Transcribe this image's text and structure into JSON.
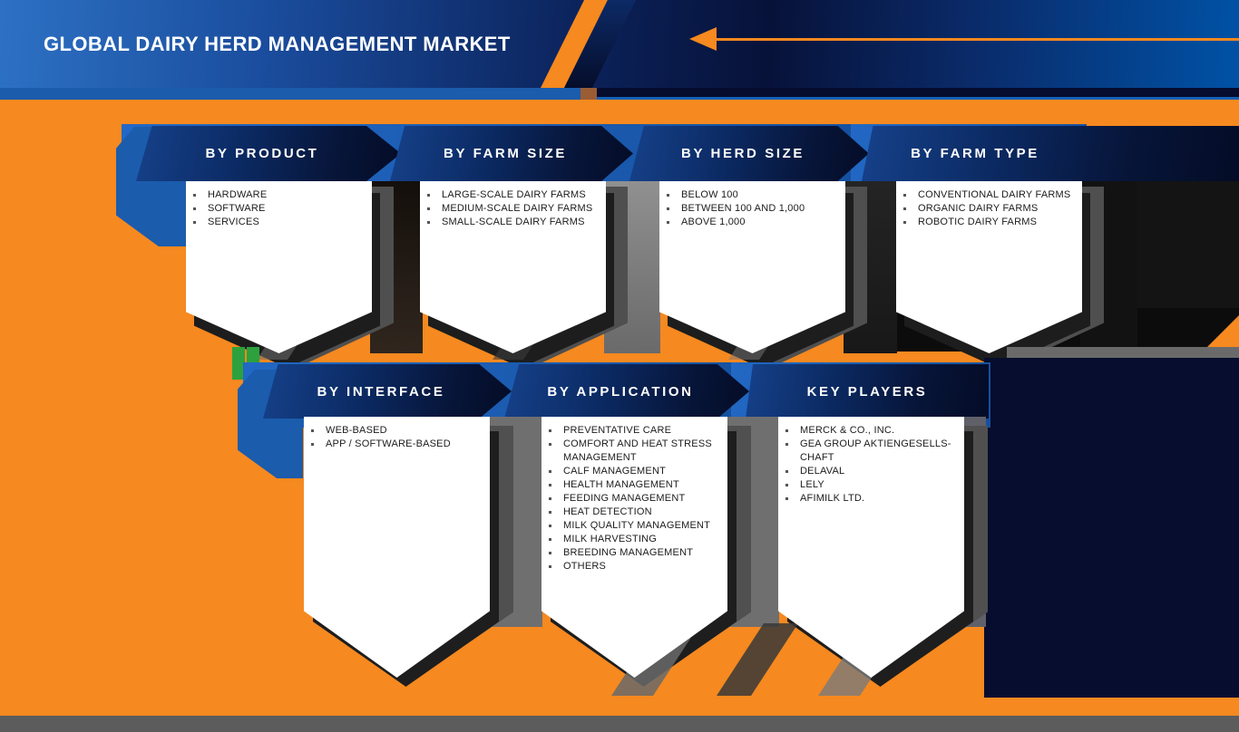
{
  "title": "GLOBAL DAIRY HERD MANAGEMENT MARKET",
  "rows": [
    {
      "sections": [
        {
          "label": "BY PRODUCT",
          "items": [
            "HARDWARE",
            "SOFTWARE",
            "SERVICES"
          ]
        },
        {
          "label": "BY FARM SIZE",
          "items": [
            "LARGE-SCALE DAIRY FARMS",
            "MEDIUM-SCALE DAIRY FARMS",
            "SMALL-SCALE DAIRY FARMS"
          ]
        },
        {
          "label": "BY HERD SIZE",
          "items": [
            "BELOW 100",
            "BETWEEN 100 AND 1,000",
            "ABOVE 1,000"
          ]
        },
        {
          "label": "BY FARM TYPE",
          "items": [
            "CONVENTIONAL DAIRY FARMS",
            "ORGANIC DAIRY FARMS",
            "ROBOTIC DAIRY FARMS"
          ]
        }
      ]
    },
    {
      "sections": [
        {
          "label": "BY INTERFACE",
          "items": [
            "WEB-BASED",
            "APP / SOFTWARE-BASED"
          ]
        },
        {
          "label": "BY APPLICATION",
          "items": [
            "PREVENTATIVE CARE",
            "COMFORT AND HEAT STRESS MANAGEMENT",
            "CALF MANAGEMENT",
            "HEALTH MANAGEMENT",
            "FEEDING MANAGEMENT",
            "HEAT DETECTION",
            "MILK QUALITY MANAGEMENT",
            "MILK HARVESTING",
            "BREEDING MANAGEMENT",
            "OTHERS"
          ]
        },
        {
          "label": "KEY PLAYERS",
          "items": [
            "MERCK & CO., INC.",
            "GEA GROUP AKTIENGESELLS- CHAFT",
            "DELAVAL",
            "LELY",
            "AFIMILK LTD."
          ]
        }
      ]
    }
  ],
  "colors": {
    "orange": "#F6891F",
    "royal_blue": "#1B5CAD",
    "banner_navy_dark": "#040C26",
    "banner_navy_light": "#16418A",
    "header_blue_left": "#2D71C4",
    "header_blue_right": "#0052A6",
    "dark_navy_block": "#070D2E",
    "green_accent": "#2CA13E",
    "brown_accent": "#9A5C35",
    "shadow_gray": "#6E6E6E",
    "bottom_bar_gray": "#5C5C5C",
    "panel_white": "#FFFFFF",
    "text_dark": "#1C1C1C"
  }
}
